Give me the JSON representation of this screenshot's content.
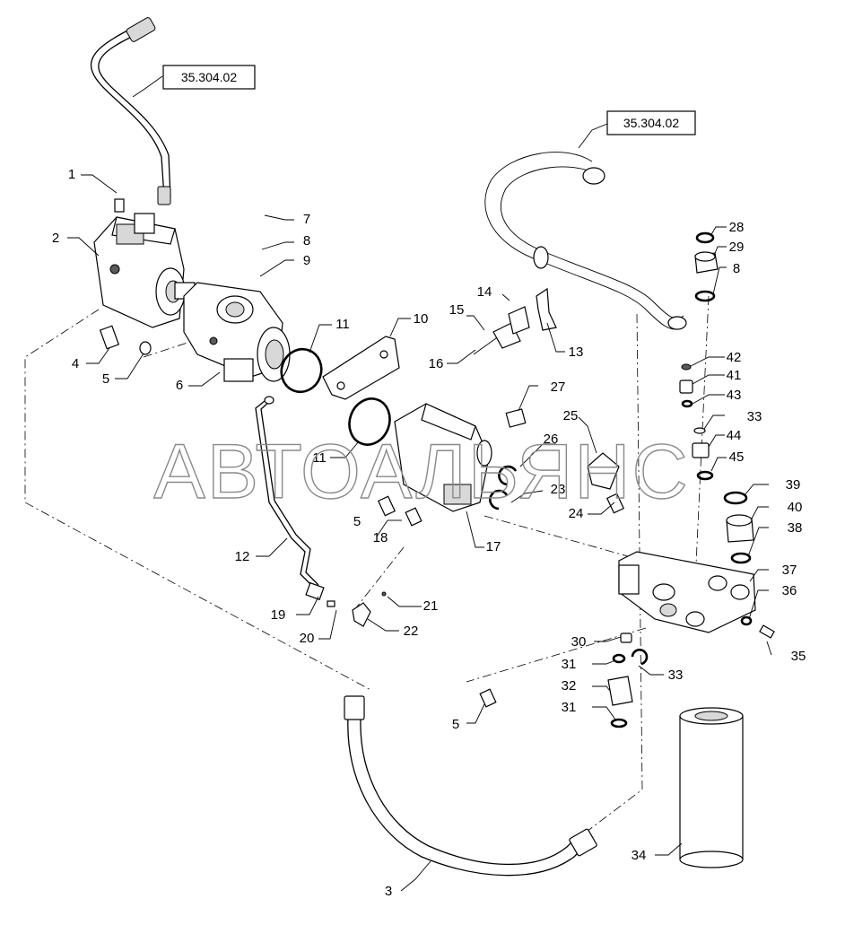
{
  "watermark": "АВТОАЛЬЯНС",
  "reference_boxes": [
    "35.304.02",
    "35.304.02"
  ],
  "callouts": [
    "1",
    "2",
    "3",
    "4",
    "5",
    "5",
    "5",
    "6",
    "7",
    "8",
    "8",
    "9",
    "10",
    "11",
    "11",
    "12",
    "13",
    "14",
    "15",
    "16",
    "17",
    "18",
    "19",
    "20",
    "21",
    "22",
    "23",
    "24",
    "25",
    "26",
    "27",
    "28",
    "29",
    "30",
    "31",
    "31",
    "32",
    "33",
    "33",
    "34",
    "35",
    "36",
    "37",
    "38",
    "39",
    "40",
    "41",
    "42",
    "43",
    "44",
    "45"
  ]
}
